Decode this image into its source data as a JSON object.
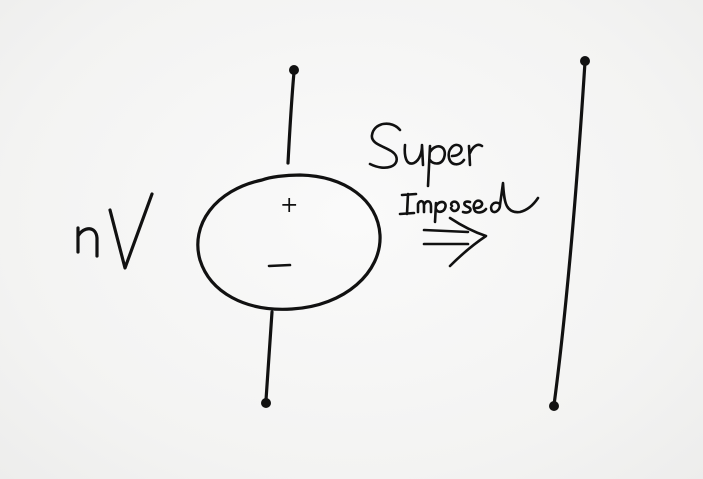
{
  "labels": {
    "source_value": "nV",
    "plus_sign": "+",
    "minus_sign": "–",
    "word_super": "Super",
    "word_imposed": "Imposed"
  },
  "colors": {
    "ink": "#111111",
    "paper": "#f5f5f4"
  }
}
